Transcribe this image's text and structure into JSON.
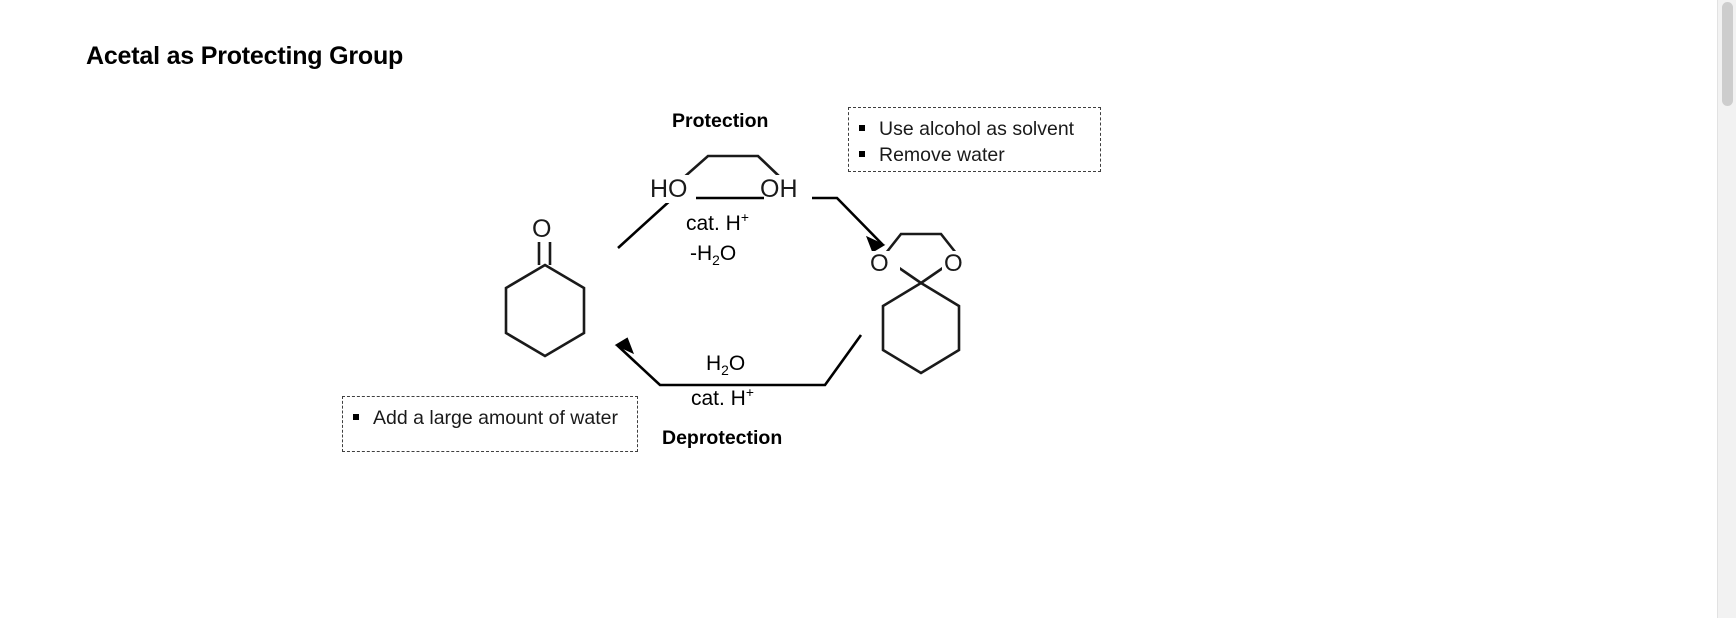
{
  "page": {
    "title": "Acetal as Protecting Group",
    "background": "#ffffff",
    "ink": "#1a1a1a"
  },
  "cycle": {
    "top_label": "Protection",
    "bottom_label": "Deprotection",
    "forward_conditions": {
      "reagent_left": "HO",
      "reagent_right": "OH",
      "catalyst": "cat. H",
      "catalyst_charge": "+",
      "byproduct_prefix": "-H",
      "byproduct_sub": "2",
      "byproduct_suffix": "O"
    },
    "reverse_conditions": {
      "reagent_prefix": "H",
      "reagent_sub": "2",
      "reagent_suffix": "O",
      "catalyst": "cat. H",
      "catalyst_charge": "+"
    }
  },
  "structures": {
    "reactant": {
      "name": "cyclohexanone",
      "oxygen_label": "O"
    },
    "product": {
      "name": "cyclohexanone-ethylene-acetal",
      "oxygen_left": "O",
      "oxygen_right": "O"
    },
    "reagent": {
      "name": "ethylene-glycol",
      "oxygen_left": "HO",
      "oxygen_right": "OH"
    }
  },
  "callouts": {
    "protection": {
      "items": [
        "Use alcohol as solvent",
        "Remove water"
      ]
    },
    "deprotection": {
      "items": [
        "Add a large amount of water"
      ]
    }
  }
}
